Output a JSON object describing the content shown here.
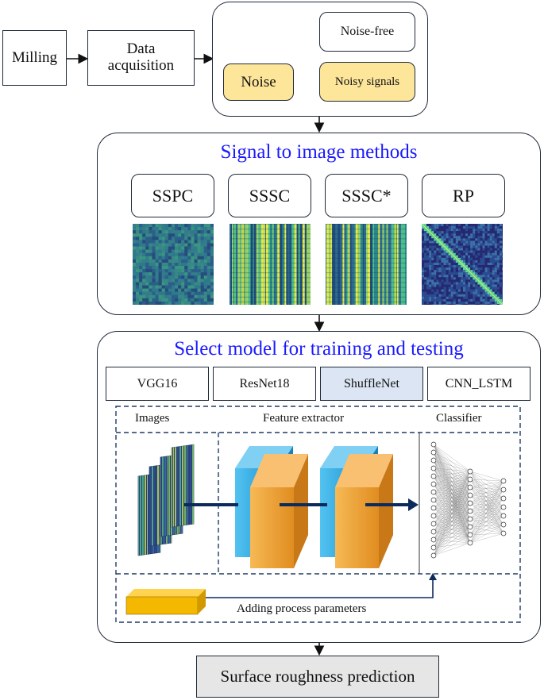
{
  "pipeline": {
    "milling": "Milling",
    "data_acquisition": "Data acquisition",
    "noise_free": "Noise-free",
    "noise": "Noise",
    "noisy_signals": "Noisy signals"
  },
  "signal_to_image": {
    "title": "Signal to image methods",
    "methods": [
      "SSPC",
      "SSSC",
      "SSSC*",
      "RP"
    ]
  },
  "model_selection": {
    "title": "Select model for training and testing",
    "models": [
      "VGG16",
      "ResNet18",
      "ShuffleNet",
      "CNN_LSTM"
    ],
    "selected_model": "ShuffleNet"
  },
  "network": {
    "images_label": "Images",
    "feature_extractor_label": "Feature extractor",
    "classifier_label": "Classifier",
    "process_params_label": "Adding process parameters"
  },
  "output": {
    "label": "Surface roughness prediction"
  },
  "colors": {
    "title_blue": "#1a1aff",
    "noise_fill": "#fde59a",
    "selected_model_fill": "#dbe5f3",
    "block_blue": "#3aaee0",
    "block_orange": "#f0a53a",
    "param_yellow": "#f5b800",
    "arrow_navy": "#0d2a5c"
  }
}
